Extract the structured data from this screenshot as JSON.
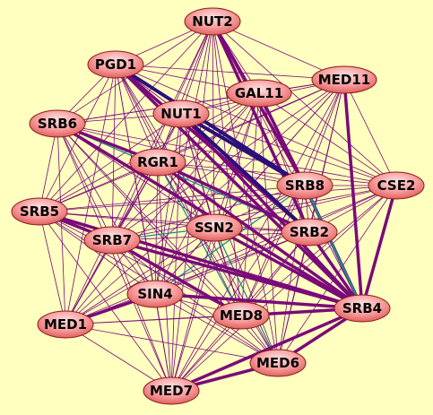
{
  "colors": {
    "background": "#ffffc0",
    "edge_primary": "#7a0a7a",
    "edge_dark": "#2b0f7a",
    "edge_teal": "#1f8a8a",
    "node_fill_light": "#ffd0d0",
    "node_fill_dark": "#f07070",
    "node_stroke": "#8a1a1a"
  },
  "nodes": [
    {
      "id": "NUT2",
      "label": "NUT2"
    },
    {
      "id": "PGD1",
      "label": "PGD1"
    },
    {
      "id": "MED11",
      "label": "MED11"
    },
    {
      "id": "GAL11",
      "label": "GAL11"
    },
    {
      "id": "NUT1",
      "label": "NUT1"
    },
    {
      "id": "SRB6",
      "label": "SRB6"
    },
    {
      "id": "RGR1",
      "label": "RGR1"
    },
    {
      "id": "SRB8",
      "label": "SRB8"
    },
    {
      "id": "CSE2",
      "label": "CSE2"
    },
    {
      "id": "SRB5",
      "label": "SRB5"
    },
    {
      "id": "SSN2",
      "label": "SSN2"
    },
    {
      "id": "SRB2",
      "label": "SRB2"
    },
    {
      "id": "SRB7",
      "label": "SRB7"
    },
    {
      "id": "SIN4",
      "label": "SIN4"
    },
    {
      "id": "SRB4",
      "label": "SRB4"
    },
    {
      "id": "MED8",
      "label": "MED8"
    },
    {
      "id": "MED1",
      "label": "MED1"
    },
    {
      "id": "MED6",
      "label": "MED6"
    },
    {
      "id": "MED7",
      "label": "MED7"
    }
  ],
  "thick_edges": [
    [
      "NUT2",
      "SRB2"
    ],
    [
      "NUT2",
      "SRB8"
    ],
    [
      "PGD1",
      "SRB2"
    ],
    [
      "PGD1",
      "SRB4"
    ],
    [
      "NUT1",
      "SRB4"
    ],
    [
      "NUT1",
      "SRB2"
    ],
    [
      "RGR1",
      "SRB4"
    ],
    [
      "RGR1",
      "SRB2"
    ],
    [
      "SRB6",
      "SRB4"
    ],
    [
      "SRB6",
      "RGR1"
    ],
    [
      "SRB5",
      "SRB4"
    ],
    [
      "SRB5",
      "SRB7"
    ],
    [
      "SRB7",
      "SRB4"
    ],
    [
      "SRB7",
      "MED8"
    ],
    [
      "SIN4",
      "SRB4"
    ],
    [
      "MED8",
      "SRB4"
    ],
    [
      "MED6",
      "SRB4"
    ],
    [
      "MED7",
      "SRB4"
    ],
    [
      "MED7",
      "MED6"
    ],
    [
      "CSE2",
      "SRB4"
    ],
    [
      "MED11",
      "SRB4"
    ],
    [
      "SRB8",
      "SRB4"
    ],
    [
      "SSN2",
      "SRB4"
    ],
    [
      "MED1",
      "SIN4"
    ],
    [
      "GAL11",
      "SRB8"
    ],
    [
      "SRB2",
      "SRB4"
    ]
  ],
  "dark_edges": [
    [
      "NUT1",
      "SRB2"
    ],
    [
      "NUT1",
      "SRB8"
    ],
    [
      "PGD1",
      "SRB8"
    ]
  ],
  "teal_edges": [
    [
      "GAL11",
      "SRB4"
    ],
    [
      "SRB7",
      "SSN2"
    ],
    [
      "SSN2",
      "MED6"
    ],
    [
      "SRB8",
      "SIN4"
    ],
    [
      "RGR1",
      "MED8"
    ],
    [
      "SRB6",
      "SRB2"
    ]
  ]
}
